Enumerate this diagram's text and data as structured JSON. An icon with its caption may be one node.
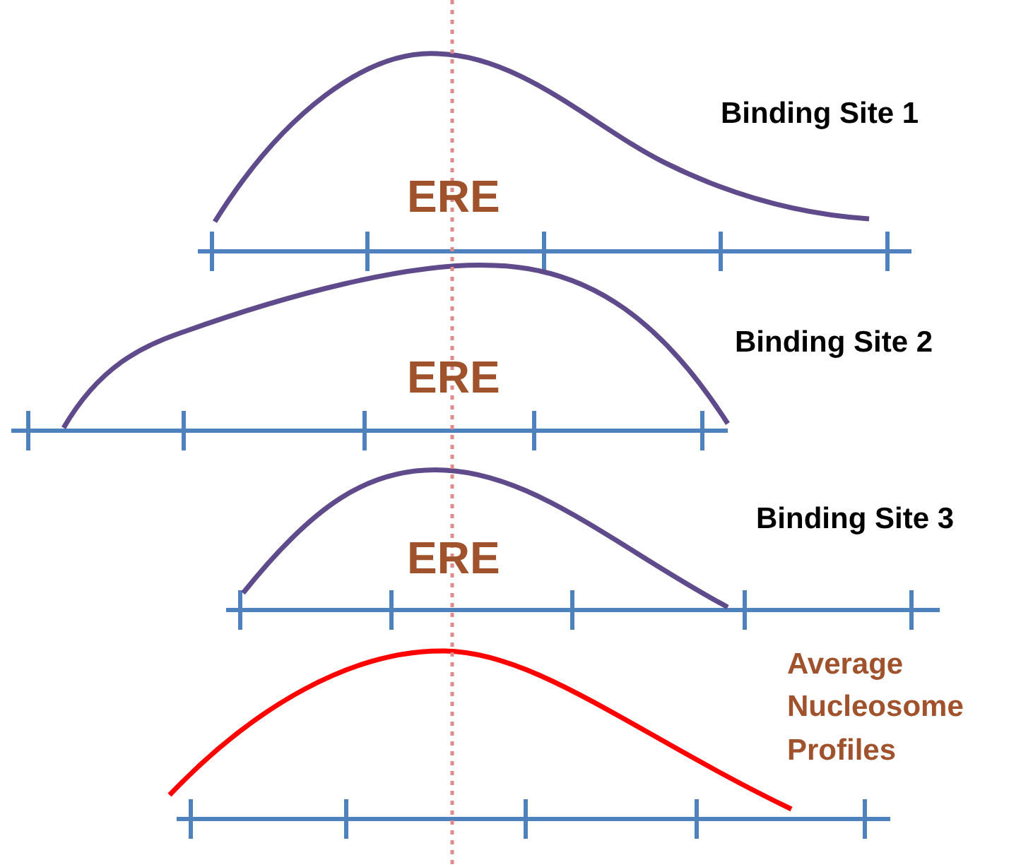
{
  "diagram": {
    "labels": [
      "Binding Site 1",
      "ERE",
      "Binding Site 2",
      "ERE",
      "Binding Site 3",
      "ERE",
      "Average Nucleosome Profiles"
    ]
  }
}
